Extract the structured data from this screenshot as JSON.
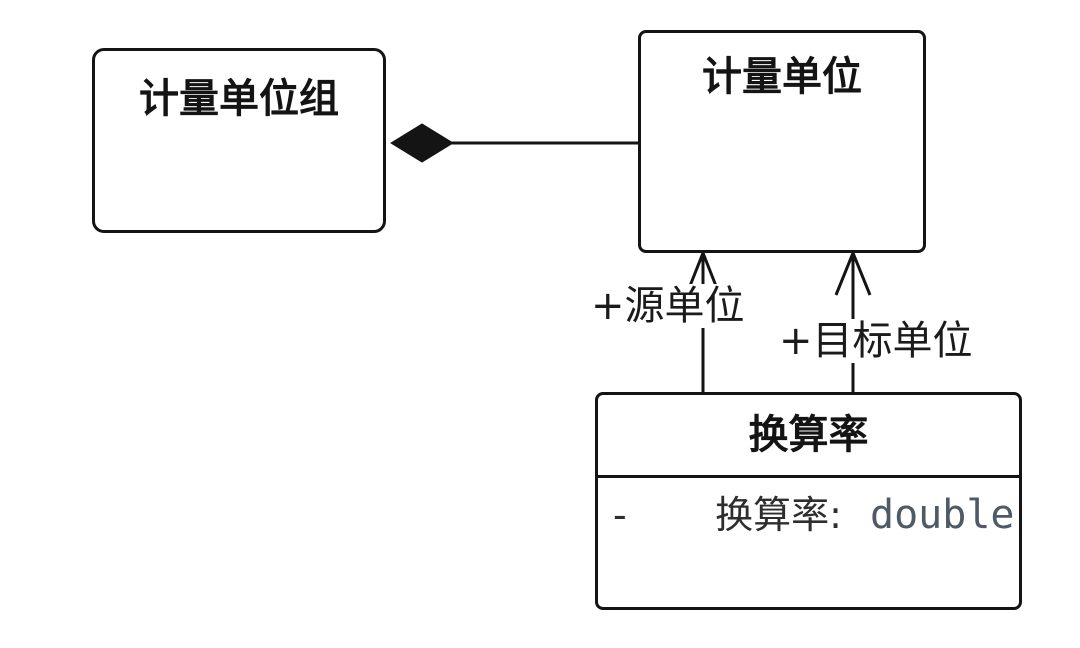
{
  "diagram": {
    "type": "uml-class-diagram",
    "background": "#ffffff",
    "stroke": "#141414",
    "classes": [
      {
        "id": "measurement-unit-group",
        "name": "计量单位组"
      },
      {
        "id": "measurement-unit",
        "name": "计量单位"
      },
      {
        "id": "conversion-rate",
        "name": "换算率",
        "attributes": [
          {
            "visibility": "-",
            "label": "换算率:",
            "type": "double",
            "type_color": "#4e5a66"
          }
        ]
      }
    ],
    "relations": [
      {
        "type": "composition",
        "whole": "计量单位组",
        "part": "计量单位",
        "label": ""
      },
      {
        "type": "directed-association",
        "from": "换算率",
        "to": "计量单位",
        "label": "+源单位"
      },
      {
        "type": "directed-association",
        "from": "换算率",
        "to": "计量单位",
        "label": "+目标单位"
      }
    ]
  }
}
